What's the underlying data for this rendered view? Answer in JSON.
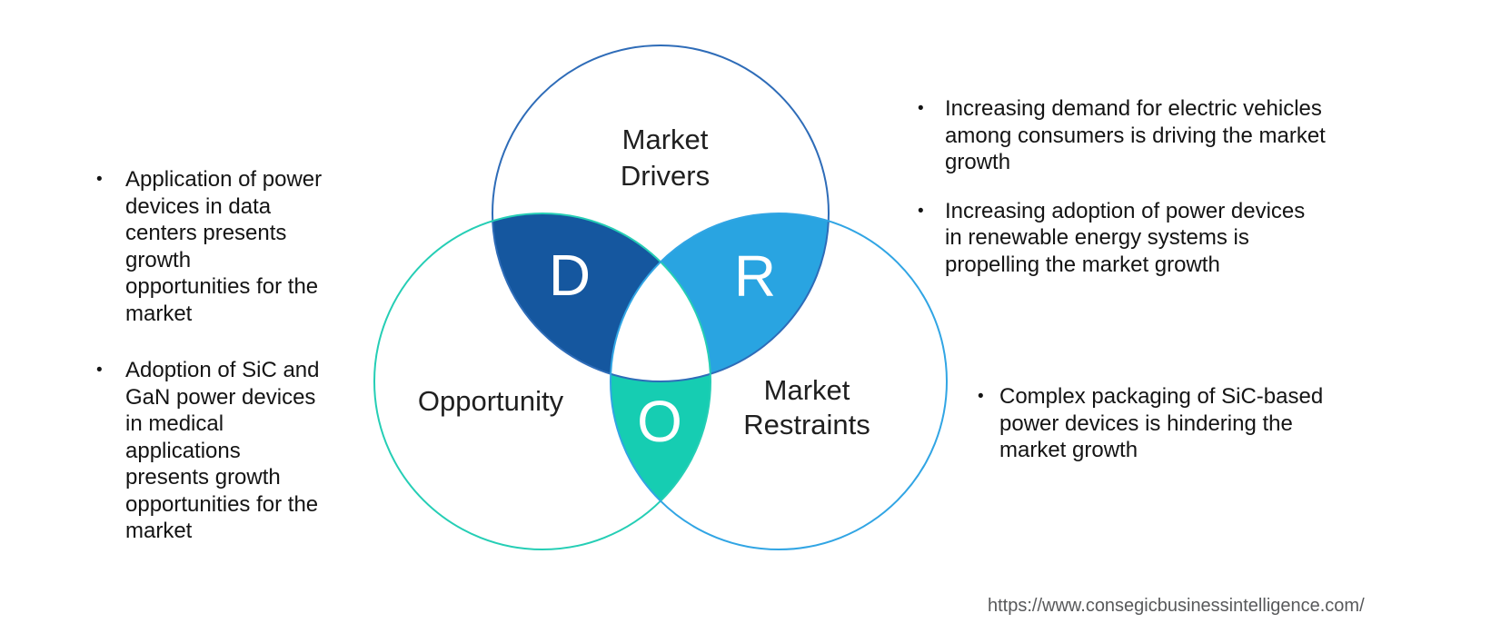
{
  "venn": {
    "drivers": {
      "label": "Market\nDrivers",
      "letter": "D",
      "fill": "#15579F",
      "stroke": "#2E6CB8"
    },
    "restraints": {
      "label": "Market\nRestraints",
      "letter": "R",
      "fill": "#29A4E1",
      "stroke": "#31A5E4"
    },
    "opportunity": {
      "label": "Opportunity",
      "letter": "O",
      "fill": "#16CDB2",
      "stroke": "#25CEB5"
    },
    "center_fill": "#FFFFFF"
  },
  "marker": "•",
  "opportunity_bullets": [
    {
      "text": "Application of power\ndevices in data\ncenters presents\ngrowth\nopportunities for the\nmarket"
    },
    {
      "text": "Adoption of SiC and\nGaN power devices\nin medical\napplications\npresents growth\nopportunities for the\nmarket"
    }
  ],
  "driver_bullets": [
    {
      "text": "Increasing demand for electric vehicles\namong consumers is driving the market\ngrowth"
    },
    {
      "text": "Increasing adoption of power devices\nin renewable energy systems is\npropelling the market growth"
    }
  ],
  "restraint_bullets": [
    {
      "text": "Complex packaging of SiC-based\npower devices is hindering the\nmarket growth"
    }
  ],
  "footer": {
    "source_url": "https://www.consegicbusinessintelligence.com/"
  }
}
